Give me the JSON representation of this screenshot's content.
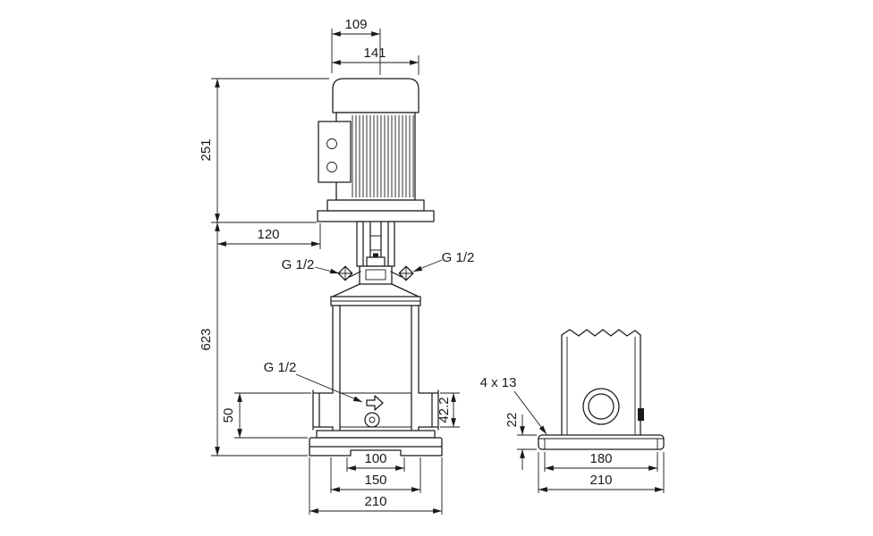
{
  "style": {
    "line_color": "#1a1a1a"
  },
  "front_view": {
    "dim_109": "109",
    "dim_141": "141",
    "dim_251": "251",
    "dim_120": "120",
    "dim_623": "623",
    "dim_42_2": "42.2",
    "dim_50": "50",
    "dim_100": "100",
    "dim_150": "150",
    "dim_210": "210",
    "port_thread_top_left": "G 1/2",
    "port_thread_top_right": "G 1/2",
    "port_thread_drain": "G 1/2"
  },
  "side_view": {
    "bolt_holes_note": "4 x 13",
    "dim_22": "22",
    "dim_180": "180",
    "dim_210": "210"
  }
}
